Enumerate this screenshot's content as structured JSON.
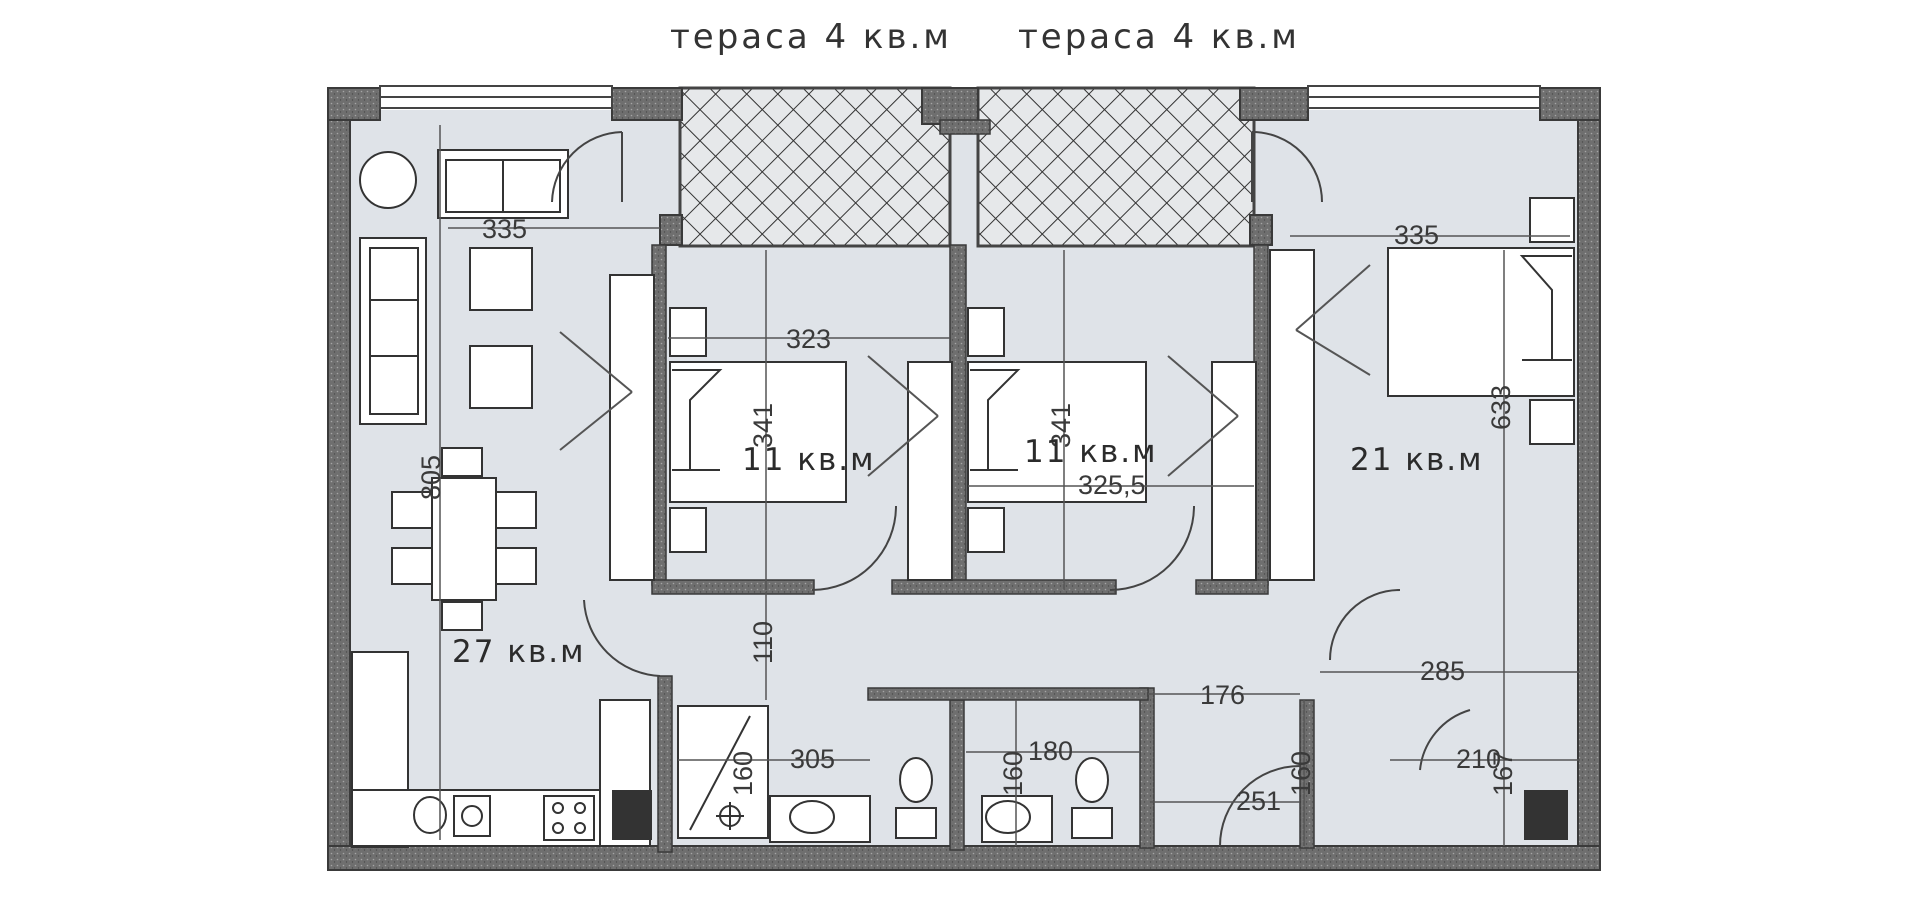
{
  "colors": {
    "floor": "#dfe3e8",
    "wall": "#6a6a6a",
    "wall_dark": "#444444",
    "line": "#3d3d3d",
    "furniture": "#ffffff",
    "terrace_fill": "#e4e7ea"
  },
  "terraces": {
    "left": "тераса 4 кв.м",
    "right": "тераса 4 кв.м"
  },
  "rooms": {
    "living": "27 кв.м",
    "bedroom_1": "11 кв.м",
    "bedroom_2": "11 кв.м",
    "bedroom_master": "21 кв.м"
  },
  "dimensions": {
    "living_width": "335",
    "living_depth": "805",
    "hall_gap": "110",
    "bed1_width": "323",
    "bed1_depth": "341",
    "bed2_width": "325,5",
    "bed2_depth": "341",
    "master_width": "335",
    "master_depth": "633",
    "bath1_width": "305",
    "bath1_depth": "160",
    "bath2_width": "180",
    "bath2_depth": "160",
    "hall_width": "176",
    "entry_width": "251",
    "entry_depth": "160",
    "closet_width": "285",
    "closet_small": "210",
    "closet_depth": "167"
  },
  "icons": [
    "sofa-icon",
    "armchair-icon",
    "plant-icon",
    "dining-table-icon",
    "bed-icon",
    "wardrobe-icon",
    "toilet-icon",
    "sink-icon",
    "shower-icon",
    "stove-icon",
    "kitchen-sink-icon",
    "door-icon"
  ]
}
